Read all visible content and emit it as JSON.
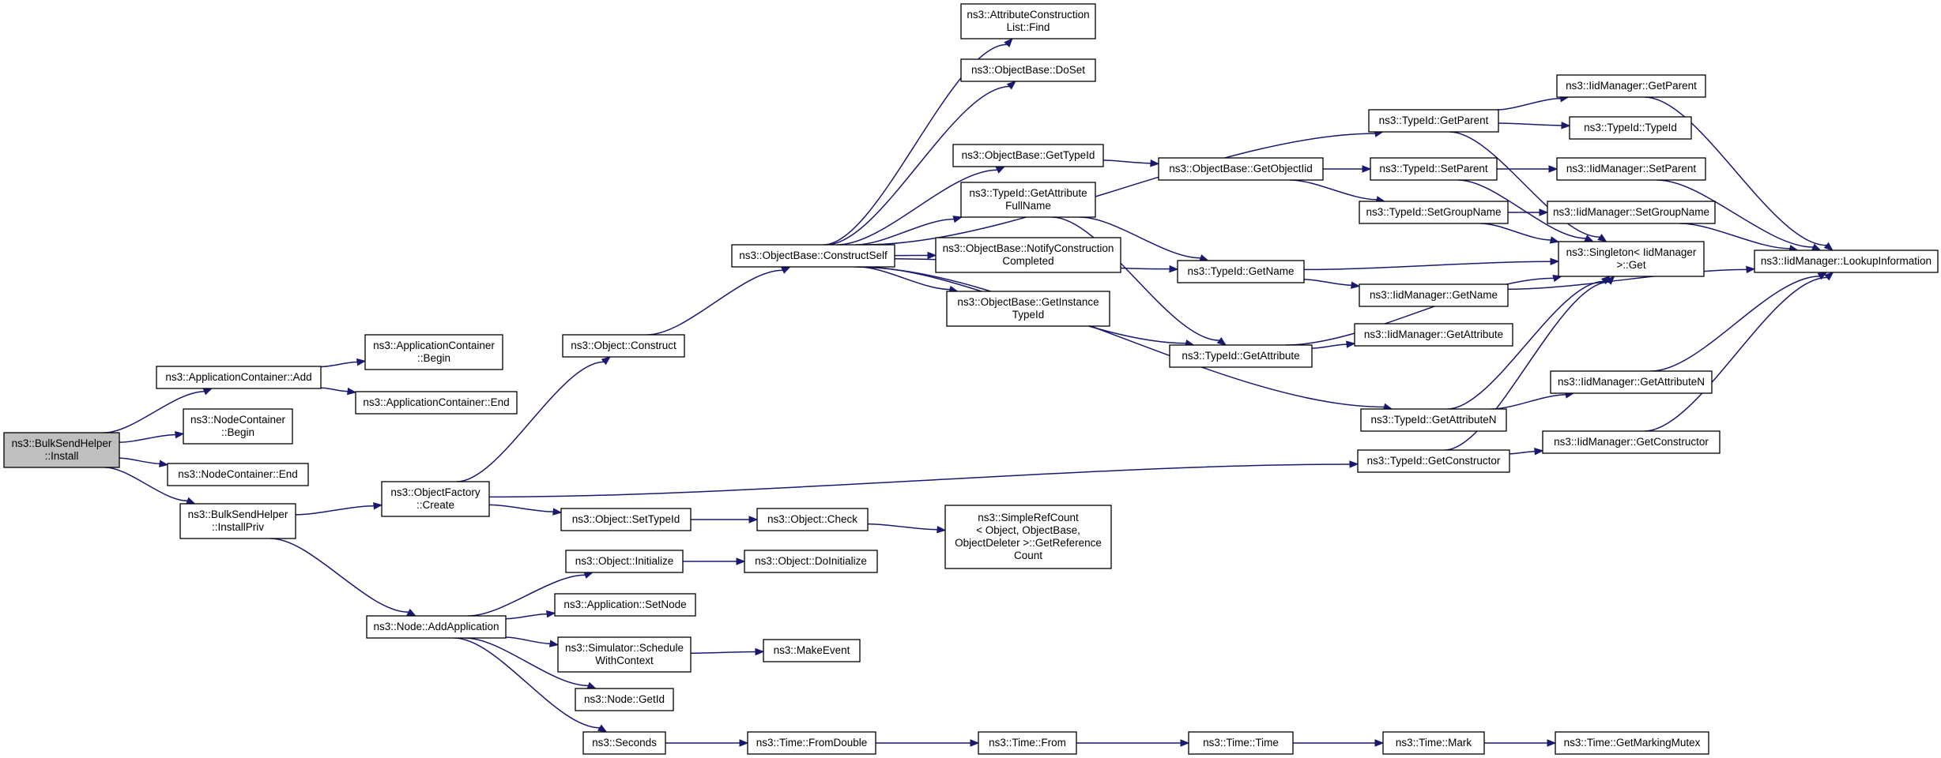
{
  "graph": {
    "nodes": [
      {
        "id": "bsh_install",
        "lines": [
          "ns3::BulkSendHelper",
          "::Install"
        ],
        "root": true
      },
      {
        "id": "appc_add",
        "lines": [
          "ns3::ApplicationContainer::Add"
        ]
      },
      {
        "id": "nodec_begin",
        "lines": [
          "ns3::NodeContainer",
          "::Begin"
        ]
      },
      {
        "id": "nodec_end",
        "lines": [
          "ns3::NodeContainer::End"
        ]
      },
      {
        "id": "bsh_installpriv",
        "lines": [
          "ns3::BulkSendHelper",
          "::InstallPriv"
        ]
      },
      {
        "id": "appc_begin",
        "lines": [
          "ns3::ApplicationContainer",
          "::Begin"
        ]
      },
      {
        "id": "appc_end",
        "lines": [
          "ns3::ApplicationContainer::End"
        ]
      },
      {
        "id": "objfactory_create",
        "lines": [
          "ns3::ObjectFactory",
          "::Create"
        ]
      },
      {
        "id": "node_addapp",
        "lines": [
          "ns3::Node::AddApplication"
        ]
      },
      {
        "id": "object_construct",
        "lines": [
          "ns3::Object::Construct"
        ]
      },
      {
        "id": "object_settypeid",
        "lines": [
          "ns3::Object::SetTypeId"
        ]
      },
      {
        "id": "object_initialize",
        "lines": [
          "ns3::Object::Initialize"
        ]
      },
      {
        "id": "app_setnode",
        "lines": [
          "ns3::Application::SetNode"
        ]
      },
      {
        "id": "sim_schedule",
        "lines": [
          "ns3::Simulator::Schedule",
          "WithContext"
        ]
      },
      {
        "id": "node_getid",
        "lines": [
          "ns3::Node::GetId"
        ]
      },
      {
        "id": "seconds",
        "lines": [
          "ns3::Seconds"
        ]
      },
      {
        "id": "objbase_constructself",
        "lines": [
          "ns3::ObjectBase::ConstructSelf"
        ]
      },
      {
        "id": "object_check",
        "lines": [
          "ns3::Object::Check"
        ]
      },
      {
        "id": "object_doinitialize",
        "lines": [
          "ns3::Object::DoInitialize"
        ]
      },
      {
        "id": "makeevent",
        "lines": [
          "ns3::MakeEvent"
        ]
      },
      {
        "id": "time_fromdouble",
        "lines": [
          "ns3::Time::FromDouble"
        ]
      },
      {
        "id": "attrlist_find",
        "lines": [
          "ns3::AttributeConstruction",
          "List::Find"
        ]
      },
      {
        "id": "objbase_doset",
        "lines": [
          "ns3::ObjectBase::DoSet"
        ]
      },
      {
        "id": "objbase_gettypeid",
        "lines": [
          "ns3::ObjectBase::GetTypeId"
        ]
      },
      {
        "id": "typeid_getattrfullname",
        "lines": [
          "ns3::TypeId::GetAttribute",
          "FullName"
        ]
      },
      {
        "id": "objbase_notify",
        "lines": [
          "ns3::ObjectBase::NotifyConstruction",
          "Completed"
        ]
      },
      {
        "id": "objbase_getinsttypeid",
        "lines": [
          "ns3::ObjectBase::GetInstance",
          "TypeId"
        ]
      },
      {
        "id": "simplerefcount",
        "lines": [
          "ns3::SimpleRefCount",
          "< Object, ObjectBase,",
          "ObjectDeleter >::GetReference",
          "Count"
        ]
      },
      {
        "id": "time_from",
        "lines": [
          "ns3::Time::From"
        ]
      },
      {
        "id": "objbase_getobjectiid",
        "lines": [
          "ns3::ObjectBase::GetObjectIid"
        ]
      },
      {
        "id": "typeid_getname",
        "lines": [
          "ns3::TypeId::GetName"
        ]
      },
      {
        "id": "typeid_getattribute",
        "lines": [
          "ns3::TypeId::GetAttribute"
        ]
      },
      {
        "id": "time_time",
        "lines": [
          "ns3::Time::Time"
        ]
      },
      {
        "id": "typeid_getparent",
        "lines": [
          "ns3::TypeId::GetParent"
        ]
      },
      {
        "id": "typeid_setparent",
        "lines": [
          "ns3::TypeId::SetParent"
        ]
      },
      {
        "id": "typeid_setgroupname",
        "lines": [
          "ns3::TypeId::SetGroupName"
        ]
      },
      {
        "id": "iidm_getname",
        "lines": [
          "ns3::IidManager::GetName"
        ]
      },
      {
        "id": "iidm_getattribute",
        "lines": [
          "ns3::IidManager::GetAttribute"
        ]
      },
      {
        "id": "typeid_getattributen",
        "lines": [
          "ns3::TypeId::GetAttributeN"
        ]
      },
      {
        "id": "typeid_getconstructor",
        "lines": [
          "ns3::TypeId::GetConstructor"
        ]
      },
      {
        "id": "time_mark",
        "lines": [
          "ns3::Time::Mark"
        ]
      },
      {
        "id": "iidm_getparent",
        "lines": [
          "ns3::IidManager::GetParent"
        ]
      },
      {
        "id": "typeid_typeid",
        "lines": [
          "ns3::TypeId::TypeId"
        ]
      },
      {
        "id": "iidm_setparent",
        "lines": [
          "ns3::IidManager::SetParent"
        ]
      },
      {
        "id": "iidm_setgroupname",
        "lines": [
          "ns3::IidManager::SetGroupName"
        ]
      },
      {
        "id": "singleton_get",
        "lines": [
          "ns3::Singleton< IidManager",
          " >::Get"
        ]
      },
      {
        "id": "iidm_getattributen",
        "lines": [
          "ns3::IidManager::GetAttributeN"
        ]
      },
      {
        "id": "iidm_getconstructor",
        "lines": [
          "ns3::IidManager::GetConstructor"
        ]
      },
      {
        "id": "time_getmarkingmutex",
        "lines": [
          "ns3::Time::GetMarkingMutex"
        ]
      },
      {
        "id": "iidm_lookupinfo",
        "lines": [
          "ns3::IidManager::LookupInformation"
        ]
      }
    ],
    "edges": [
      [
        "bsh_install",
        "appc_add"
      ],
      [
        "bsh_install",
        "nodec_begin"
      ],
      [
        "bsh_install",
        "nodec_end"
      ],
      [
        "bsh_install",
        "bsh_installpriv"
      ],
      [
        "appc_add",
        "appc_begin"
      ],
      [
        "appc_add",
        "appc_end"
      ],
      [
        "bsh_installpriv",
        "objfactory_create"
      ],
      [
        "bsh_installpriv",
        "node_addapp"
      ],
      [
        "objfactory_create",
        "object_construct"
      ],
      [
        "objfactory_create",
        "object_settypeid"
      ],
      [
        "objfactory_create",
        "typeid_getconstructor"
      ],
      [
        "object_construct",
        "objbase_constructself"
      ],
      [
        "object_settypeid",
        "object_check"
      ],
      [
        "object_check",
        "simplerefcount"
      ],
      [
        "node_addapp",
        "object_initialize"
      ],
      [
        "node_addapp",
        "app_setnode"
      ],
      [
        "node_addapp",
        "sim_schedule"
      ],
      [
        "node_addapp",
        "node_getid"
      ],
      [
        "node_addapp",
        "seconds"
      ],
      [
        "object_initialize",
        "object_doinitialize"
      ],
      [
        "sim_schedule",
        "makeevent"
      ],
      [
        "seconds",
        "time_fromdouble"
      ],
      [
        "time_fromdouble",
        "time_from"
      ],
      [
        "time_from",
        "time_time"
      ],
      [
        "time_time",
        "time_mark"
      ],
      [
        "time_mark",
        "time_getmarkingmutex"
      ],
      [
        "objbase_constructself",
        "attrlist_find"
      ],
      [
        "objbase_constructself",
        "objbase_doset"
      ],
      [
        "objbase_constructself",
        "typeid_getparent"
      ],
      [
        "objbase_constructself",
        "objbase_gettypeid"
      ],
      [
        "objbase_constructself",
        "typeid_getattrfullname"
      ],
      [
        "objbase_constructself",
        "objbase_notify"
      ],
      [
        "objbase_constructself",
        "objbase_getinsttypeid"
      ],
      [
        "objbase_constructself",
        "typeid_getname"
      ],
      [
        "objbase_constructself",
        "typeid_getattribute"
      ],
      [
        "objbase_constructself",
        "typeid_getattributen"
      ],
      [
        "objbase_gettypeid",
        "objbase_getobjectiid"
      ],
      [
        "objbase_getobjectiid",
        "typeid_setparent"
      ],
      [
        "objbase_getobjectiid",
        "typeid_setgroupname"
      ],
      [
        "typeid_getattrfullname",
        "typeid_getname"
      ],
      [
        "typeid_getattrfullname",
        "typeid_getattribute"
      ],
      [
        "typeid_getname",
        "singleton_get"
      ],
      [
        "typeid_getname",
        "iidm_getname"
      ],
      [
        "typeid_getattribute",
        "iidm_getattribute"
      ],
      [
        "typeid_getattribute",
        "singleton_get"
      ],
      [
        "typeid_getparent",
        "iidm_getparent"
      ],
      [
        "typeid_getparent",
        "typeid_typeid"
      ],
      [
        "typeid_getparent",
        "singleton_get"
      ],
      [
        "typeid_setparent",
        "iidm_setparent"
      ],
      [
        "typeid_setparent",
        "singleton_get"
      ],
      [
        "typeid_setgroupname",
        "iidm_setgroupname"
      ],
      [
        "typeid_setgroupname",
        "singleton_get"
      ],
      [
        "typeid_getattributen",
        "iidm_getattributen"
      ],
      [
        "typeid_getattributen",
        "singleton_get"
      ],
      [
        "typeid_getconstructor",
        "iidm_getconstructor"
      ],
      [
        "typeid_getconstructor",
        "singleton_get"
      ],
      [
        "iidm_getname",
        "iidm_lookupinfo"
      ],
      [
        "iidm_getparent",
        "iidm_lookupinfo"
      ],
      [
        "iidm_setparent",
        "iidm_lookupinfo"
      ],
      [
        "iidm_setgroupname",
        "iidm_lookupinfo"
      ],
      [
        "iidm_getattributen",
        "iidm_lookupinfo"
      ],
      [
        "iidm_getconstructor",
        "iidm_lookupinfo"
      ]
    ]
  }
}
